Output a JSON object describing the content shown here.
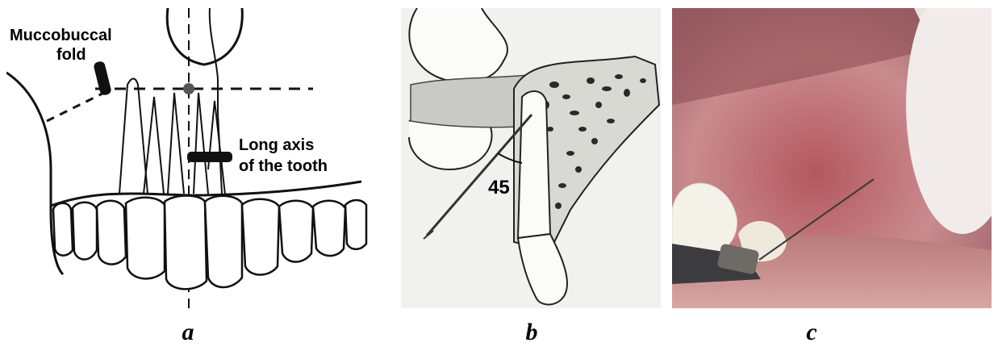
{
  "panels": [
    {
      "id": "a",
      "caption": "a",
      "labels": {
        "fold_line1": "Muccobuccal",
        "fold_line2": "fold",
        "axis_line1": "Long axis",
        "axis_line2": "of the tooth"
      }
    },
    {
      "id": "b",
      "caption": "b",
      "labels": {
        "angle": "45"
      }
    },
    {
      "id": "c",
      "caption": "c"
    }
  ],
  "colors": {
    "line": "#111111",
    "gum_pink": "#c98b8e",
    "tooth_white": "#f4f1e8"
  }
}
